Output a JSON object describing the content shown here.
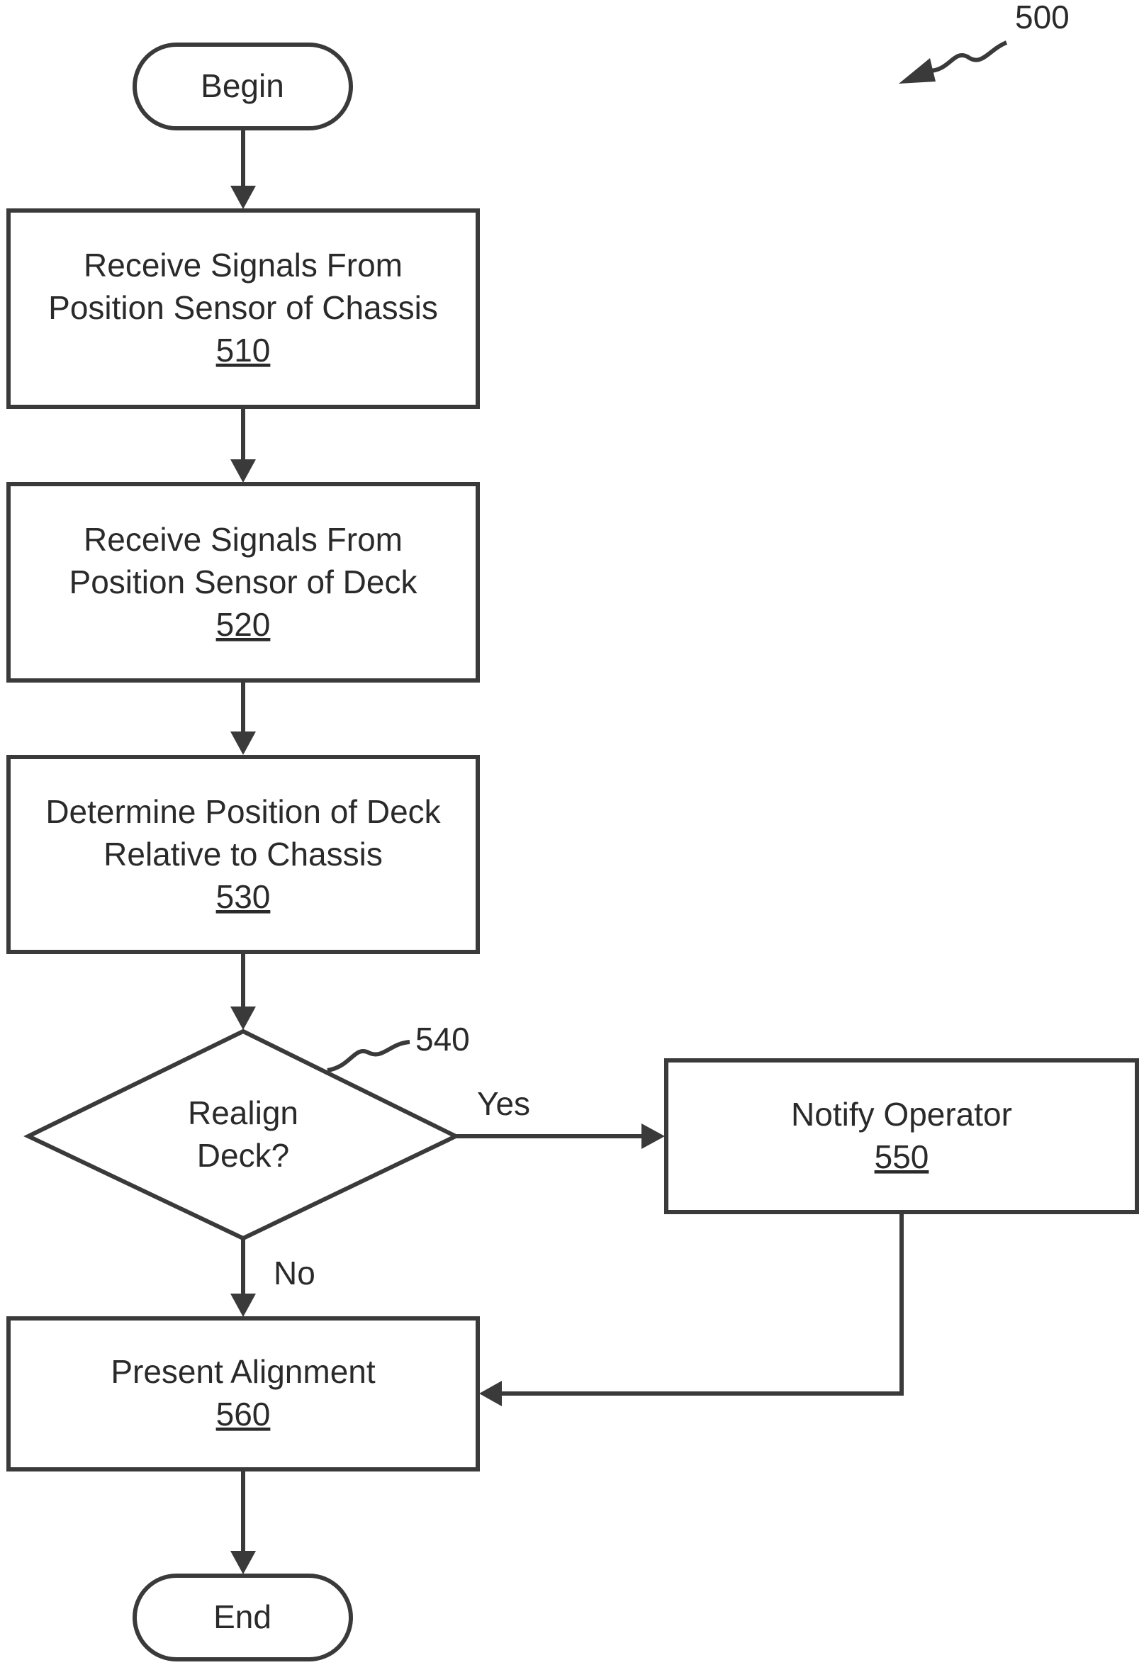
{
  "figure": {
    "ref": "500",
    "ref_540": "540"
  },
  "nodes": {
    "begin": {
      "label": "Begin"
    },
    "step510": {
      "line1": "Receive Signals From",
      "line2": "Position Sensor of Chassis",
      "num": "510"
    },
    "step520": {
      "line1": "Receive Signals From",
      "line2": "Position Sensor of Deck",
      "num": "520"
    },
    "step530": {
      "line1": "Determine Position of Deck",
      "line2": "Relative to Chassis",
      "num": "530"
    },
    "decision540": {
      "line1": "Realign",
      "line2": "Deck?"
    },
    "step550": {
      "line1": "Notify Operator",
      "num": "550"
    },
    "step560": {
      "line1": "Present Alignment",
      "num": "560"
    },
    "end": {
      "label": "End"
    }
  },
  "edges": {
    "yes_label": "Yes",
    "no_label": "No"
  }
}
